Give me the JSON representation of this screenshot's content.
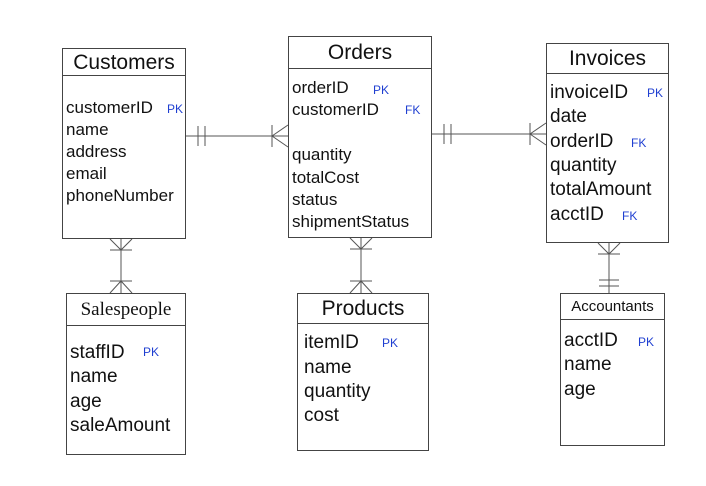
{
  "entities": {
    "customers": {
      "title": "Customers",
      "attributes": [
        {
          "name": "customerID",
          "key": "PK"
        },
        {
          "name": "name",
          "key": ""
        },
        {
          "name": "address",
          "key": ""
        },
        {
          "name": "email",
          "key": ""
        },
        {
          "name": "phoneNumber",
          "key": ""
        }
      ]
    },
    "orders": {
      "title": "Orders",
      "attributes": [
        {
          "name": "orderID",
          "key": "PK"
        },
        {
          "name": "customerID",
          "key": "FK"
        },
        {
          "name": "quantity",
          "key": ""
        },
        {
          "name": "totalCost",
          "key": ""
        },
        {
          "name": "status",
          "key": ""
        },
        {
          "name": "shipmentStatus",
          "key": ""
        }
      ]
    },
    "invoices": {
      "title": "Invoices",
      "attributes": [
        {
          "name": "invoiceID",
          "key": "PK"
        },
        {
          "name": "date",
          "key": ""
        },
        {
          "name": "orderID",
          "key": "FK"
        },
        {
          "name": "quantity",
          "key": ""
        },
        {
          "name": "totalAmount",
          "key": ""
        },
        {
          "name": "acctID",
          "key": "FK"
        }
      ]
    },
    "salespeople": {
      "title": "Salespeople",
      "attributes": [
        {
          "name": "staffID",
          "key": "PK"
        },
        {
          "name": "name",
          "key": ""
        },
        {
          "name": "age",
          "key": ""
        },
        {
          "name": "saleAmount",
          "key": ""
        }
      ]
    },
    "products": {
      "title": "Products",
      "attributes": [
        {
          "name": "itemID",
          "key": "PK"
        },
        {
          "name": "name",
          "key": ""
        },
        {
          "name": "quantity",
          "key": ""
        },
        {
          "name": "cost",
          "key": ""
        }
      ]
    },
    "accountants": {
      "title": "Accountants",
      "attributes": [
        {
          "name": "acctID",
          "key": "PK"
        },
        {
          "name": "name",
          "key": ""
        },
        {
          "name": "age",
          "key": ""
        }
      ]
    }
  },
  "relationships": [
    {
      "from": "customers",
      "to": "orders",
      "from_cardinality": "one",
      "to_cardinality": "many"
    },
    {
      "from": "orders",
      "to": "invoices",
      "from_cardinality": "one",
      "to_cardinality": "many"
    },
    {
      "from": "customers",
      "to": "salespeople",
      "from_cardinality": "many",
      "to_cardinality": "many"
    },
    {
      "from": "orders",
      "to": "products",
      "from_cardinality": "many",
      "to_cardinality": "many"
    },
    {
      "from": "invoices",
      "to": "accountants",
      "from_cardinality": "many",
      "to_cardinality": "one"
    }
  ],
  "colors": {
    "key_label": "#1f3fd1",
    "border": "#444444",
    "text": "#111111"
  }
}
